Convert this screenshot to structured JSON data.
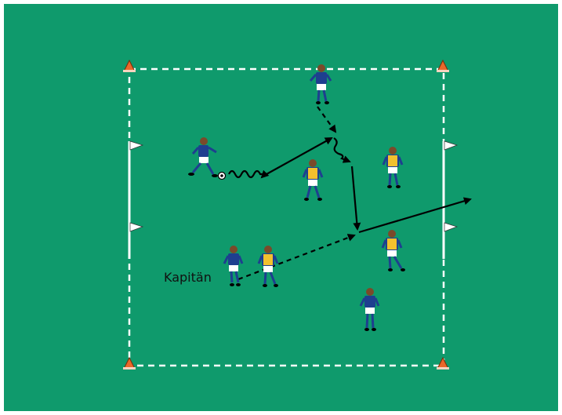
{
  "diagram": {
    "label_captain": "Kapitän",
    "colors": {
      "field": "#0f9a6c",
      "line": "#ffffff",
      "arrow": "#000000",
      "team_blue_shirt": "#1e3f8f",
      "team_yellow_vest": "#f2c12e",
      "shorts": "#ffffff",
      "cone": "#e8682a"
    },
    "players": [
      {
        "team": "blue",
        "role": "dribbler"
      },
      {
        "team": "blue",
        "role": "top"
      },
      {
        "team": "blue",
        "role": "captain"
      },
      {
        "team": "blue",
        "role": "bottom"
      },
      {
        "team": "yellow",
        "role": "center"
      },
      {
        "team": "yellow",
        "role": "right-top"
      },
      {
        "team": "yellow",
        "role": "captain-partner"
      },
      {
        "team": "yellow",
        "role": "right-bottom"
      }
    ],
    "icons": [
      "cone-icon",
      "flag-icon",
      "ball-icon"
    ]
  }
}
